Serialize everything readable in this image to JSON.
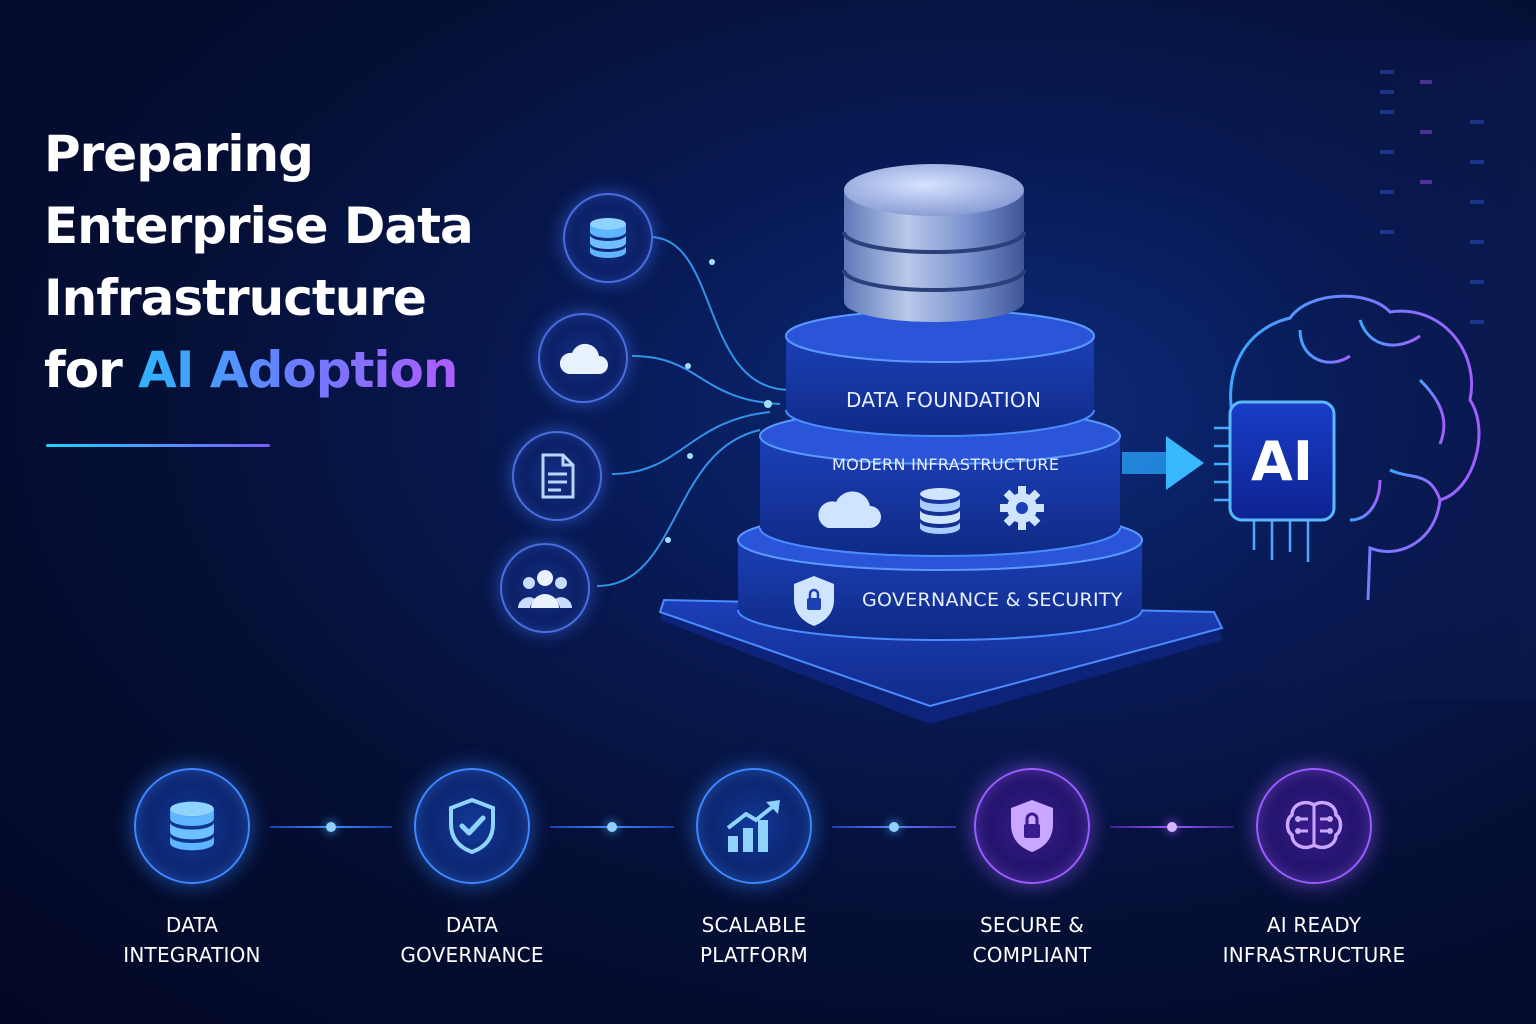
{
  "header": {
    "title_lines": [
      "Preparing",
      "Enterprise Data",
      "Infrastructure",
      "for "
    ],
    "title_accent": "AI Adoption"
  },
  "diagram": {
    "layers": {
      "foundation": "DATA FOUNDATION",
      "infrastructure": "MODERN INFRASTRUCTURE",
      "governance": "GOVERNANCE & SECURITY"
    },
    "ai_chip_label": "AI",
    "source_icons": [
      "database-icon",
      "cloud-icon",
      "document-icon",
      "users-icon"
    ],
    "infrastructure_icons": [
      "cloud-icon",
      "database-icon",
      "gear-icon"
    ]
  },
  "steps": [
    {
      "lines": [
        "DATA",
        "INTEGRATION"
      ],
      "icon": "database-icon",
      "tone": "blue"
    },
    {
      "lines": [
        "DATA",
        "GOVERNANCE"
      ],
      "icon": "shield-check-icon",
      "tone": "blue"
    },
    {
      "lines": [
        "SCALABLE",
        "PLATFORM"
      ],
      "icon": "growth-chart-icon",
      "tone": "blue"
    },
    {
      "lines": [
        "SECURE &",
        "COMPLIANT"
      ],
      "icon": "shield-lock-icon",
      "tone": "purple"
    },
    {
      "lines": [
        "AI READY",
        "INFRASTRUCTURE"
      ],
      "icon": "brain-icon",
      "tone": "purple"
    }
  ],
  "colors": {
    "background": "#050f35",
    "accent_blue": "#2fb4ff",
    "accent_purple": "#b05cff",
    "layer_blue": "#1d3fb8"
  }
}
